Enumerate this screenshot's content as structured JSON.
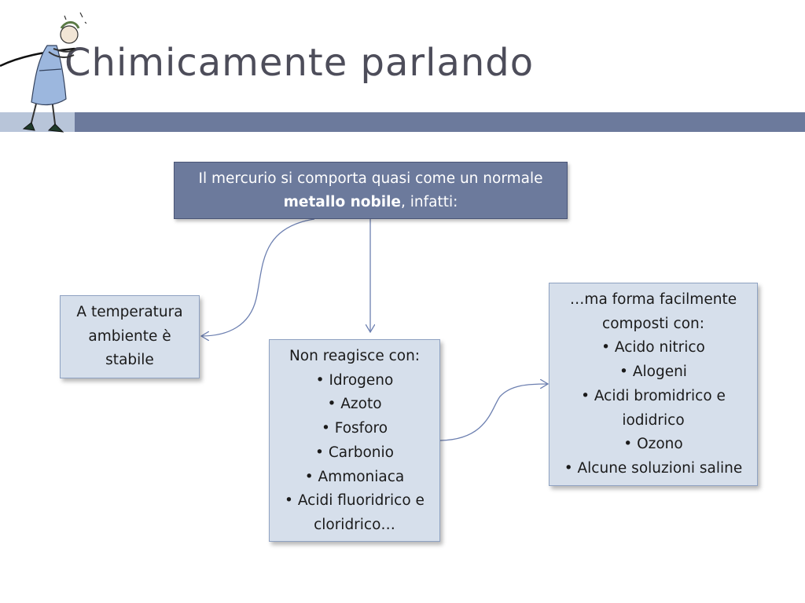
{
  "slide": {
    "title": "Chimicamente parlando"
  },
  "top_box": {
    "line1": "Il mercurio si comporta quasi come un normale",
    "line2_bold": "metallo nobile",
    "line2_rest": ", infatti:"
  },
  "left_box": {
    "lines": [
      "A temperatura",
      "ambiente è",
      "stabile"
    ]
  },
  "middle_box": {
    "lines": [
      "Non reagisce con:",
      "• Idrogeno",
      "• Azoto",
      "• Fosforo",
      "• Carbonio",
      "• Ammoniaca",
      "• Acidi fluoridrico e",
      "cloridrico…"
    ]
  },
  "right_box": {
    "lines": [
      "…ma forma facilmente",
      "composti con:",
      "• Acido nitrico",
      "• Alogeni",
      "• Acidi bromidrico e",
      "iodidrico",
      "• Ozono",
      "• Alcune soluzioni saline"
    ]
  },
  "colors": {
    "title_bar": "#6c7a9c",
    "title_bar_light": "#b8c5d9",
    "light_box": "#d6dfeb",
    "connector": "#6c7fb0",
    "title_text": "#4d4d5a"
  }
}
